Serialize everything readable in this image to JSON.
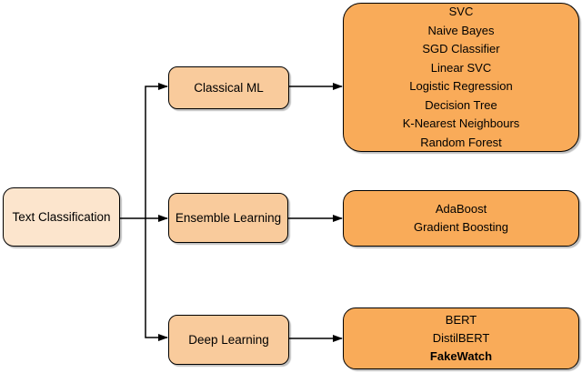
{
  "diagram": {
    "root": {
      "label": "Text Classification"
    },
    "branches": [
      {
        "category": "Classical ML",
        "methods": [
          "SVC",
          "Naive Bayes",
          "SGD Classifier",
          "Linear SVC",
          "Logistic Regression",
          "Decision Tree",
          "K-Nearest Neighbours",
          "Random Forest"
        ]
      },
      {
        "category": "Ensemble Learning",
        "methods": [
          "AdaBoost",
          "Gradient Boosting"
        ]
      },
      {
        "category": "Deep Learning",
        "methods": [
          "BERT",
          "DistilBERT",
          "FakeWatch"
        ]
      }
    ],
    "colors": {
      "root_fill": "#FCE5CD",
      "category_fill": "#F9CB9C",
      "method_fill": "#F9AB59",
      "border": "#000000",
      "connector": "#000000"
    }
  }
}
